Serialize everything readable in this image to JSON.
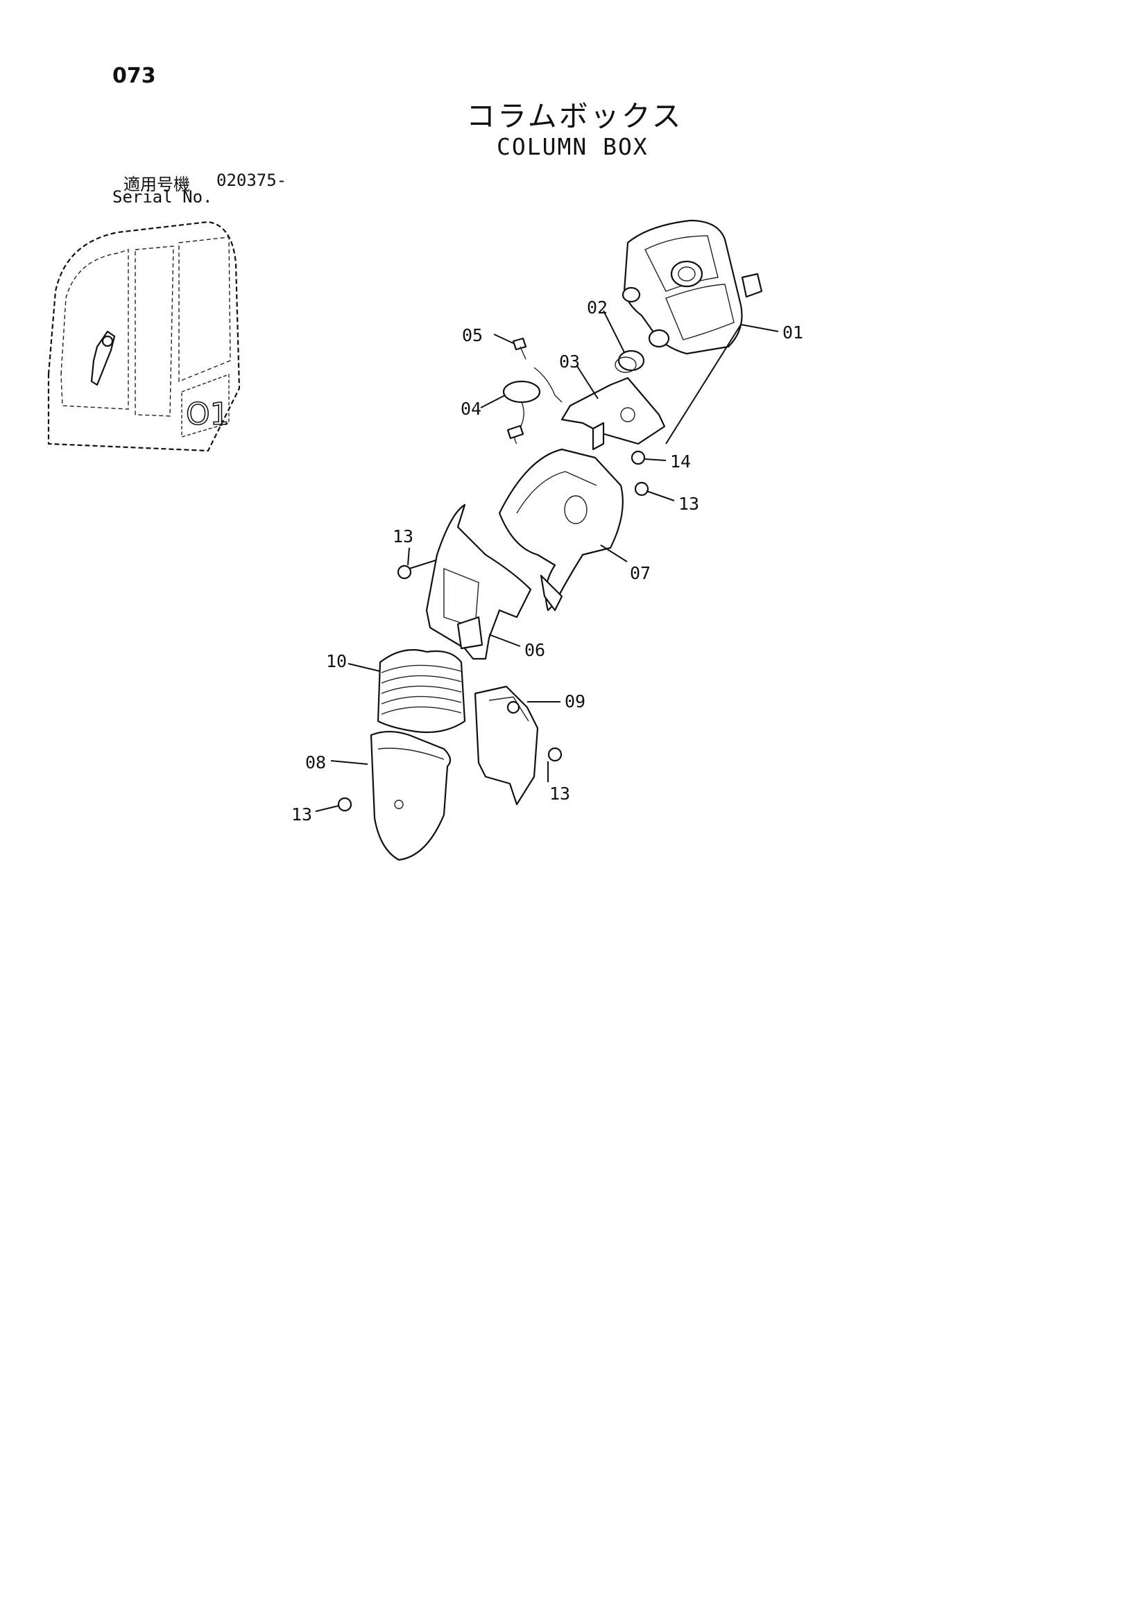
{
  "page_number": "073",
  "title_ja": "コラムボックス",
  "title_en": "COLUMN BOX",
  "serial": {
    "label_ja": "適用号機",
    "label_en": "Serial No.",
    "range": "020375-"
  },
  "callouts": {
    "c01": "01",
    "c02": "02",
    "c03": "03",
    "c04": "04",
    "c05": "05",
    "c06": "06",
    "c07": "07",
    "c08": "08",
    "c09": "09",
    "c10": "10",
    "c13a": "13",
    "c13b": "13",
    "c13c": "13",
    "c13d": "13",
    "c14": "14"
  },
  "cab_marker": "O1"
}
